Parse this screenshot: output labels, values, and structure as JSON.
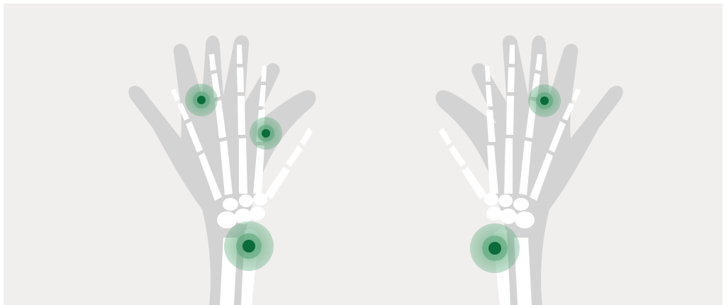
{
  "colors": {
    "background": "#f1efee",
    "hand_silhouette": "#d2d2d2",
    "bone": "#ffffff",
    "joint_marker_core": "#0b6b3a",
    "joint_marker_glow": "#5aa77a"
  },
  "diagram": {
    "subject": "hands-skeleton",
    "hands": [
      {
        "name": "left-hand",
        "markers": [
          "ring-finger-knuckle",
          "middle-index-knuckle",
          "wrist"
        ]
      },
      {
        "name": "right-hand",
        "markers": [
          "ring-finger-knuckle",
          "wrist"
        ]
      }
    ]
  }
}
